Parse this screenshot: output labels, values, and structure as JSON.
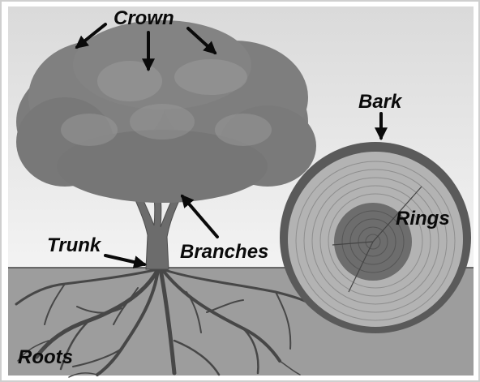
{
  "diagram": {
    "labels": {
      "crown": "Crown",
      "bark": "Bark",
      "rings": "Rings",
      "trunk": "Trunk",
      "branches": "Branches",
      "roots": "Roots"
    },
    "colors": {
      "sky_top": "#dcdcdc",
      "sky_bottom": "#f2f2f2",
      "ground": "#9c9c9c",
      "foliage": "#7a7a7a",
      "foliage_light": "#a0a0a0",
      "trunk": "#6e6e6e",
      "roots": "#4a4a4a",
      "wood_light": "#b5b5b5",
      "wood_dark": "#666666",
      "bark": "#5a5a5a",
      "text": "#0a0a0a"
    }
  }
}
